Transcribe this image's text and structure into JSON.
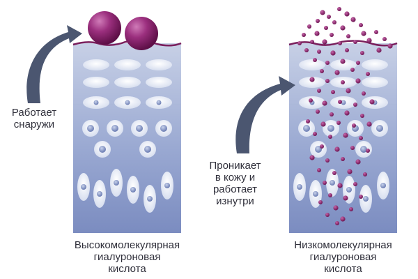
{
  "left_panel": {
    "note": [
      "Работает",
      "снаружи"
    ],
    "caption": [
      "Высокомолекулярная",
      "гиалуроновая",
      "кислота"
    ]
  },
  "right_panel": {
    "note": [
      "Проникает",
      "в кожу и",
      "работает",
      "изнутри"
    ],
    "caption": [
      "Низкомолекулярная",
      "гиалуроновая",
      "кислота"
    ]
  },
  "colors": {
    "skin_top": "#b9c3dd",
    "skin_bottom": "#7f8fc0",
    "surface_line": "#7a1f5c",
    "molecule": "#8b2a6f",
    "arrow": "#4b5670",
    "cell": "#e9edf7",
    "nucleus": "#8c9cc6"
  }
}
